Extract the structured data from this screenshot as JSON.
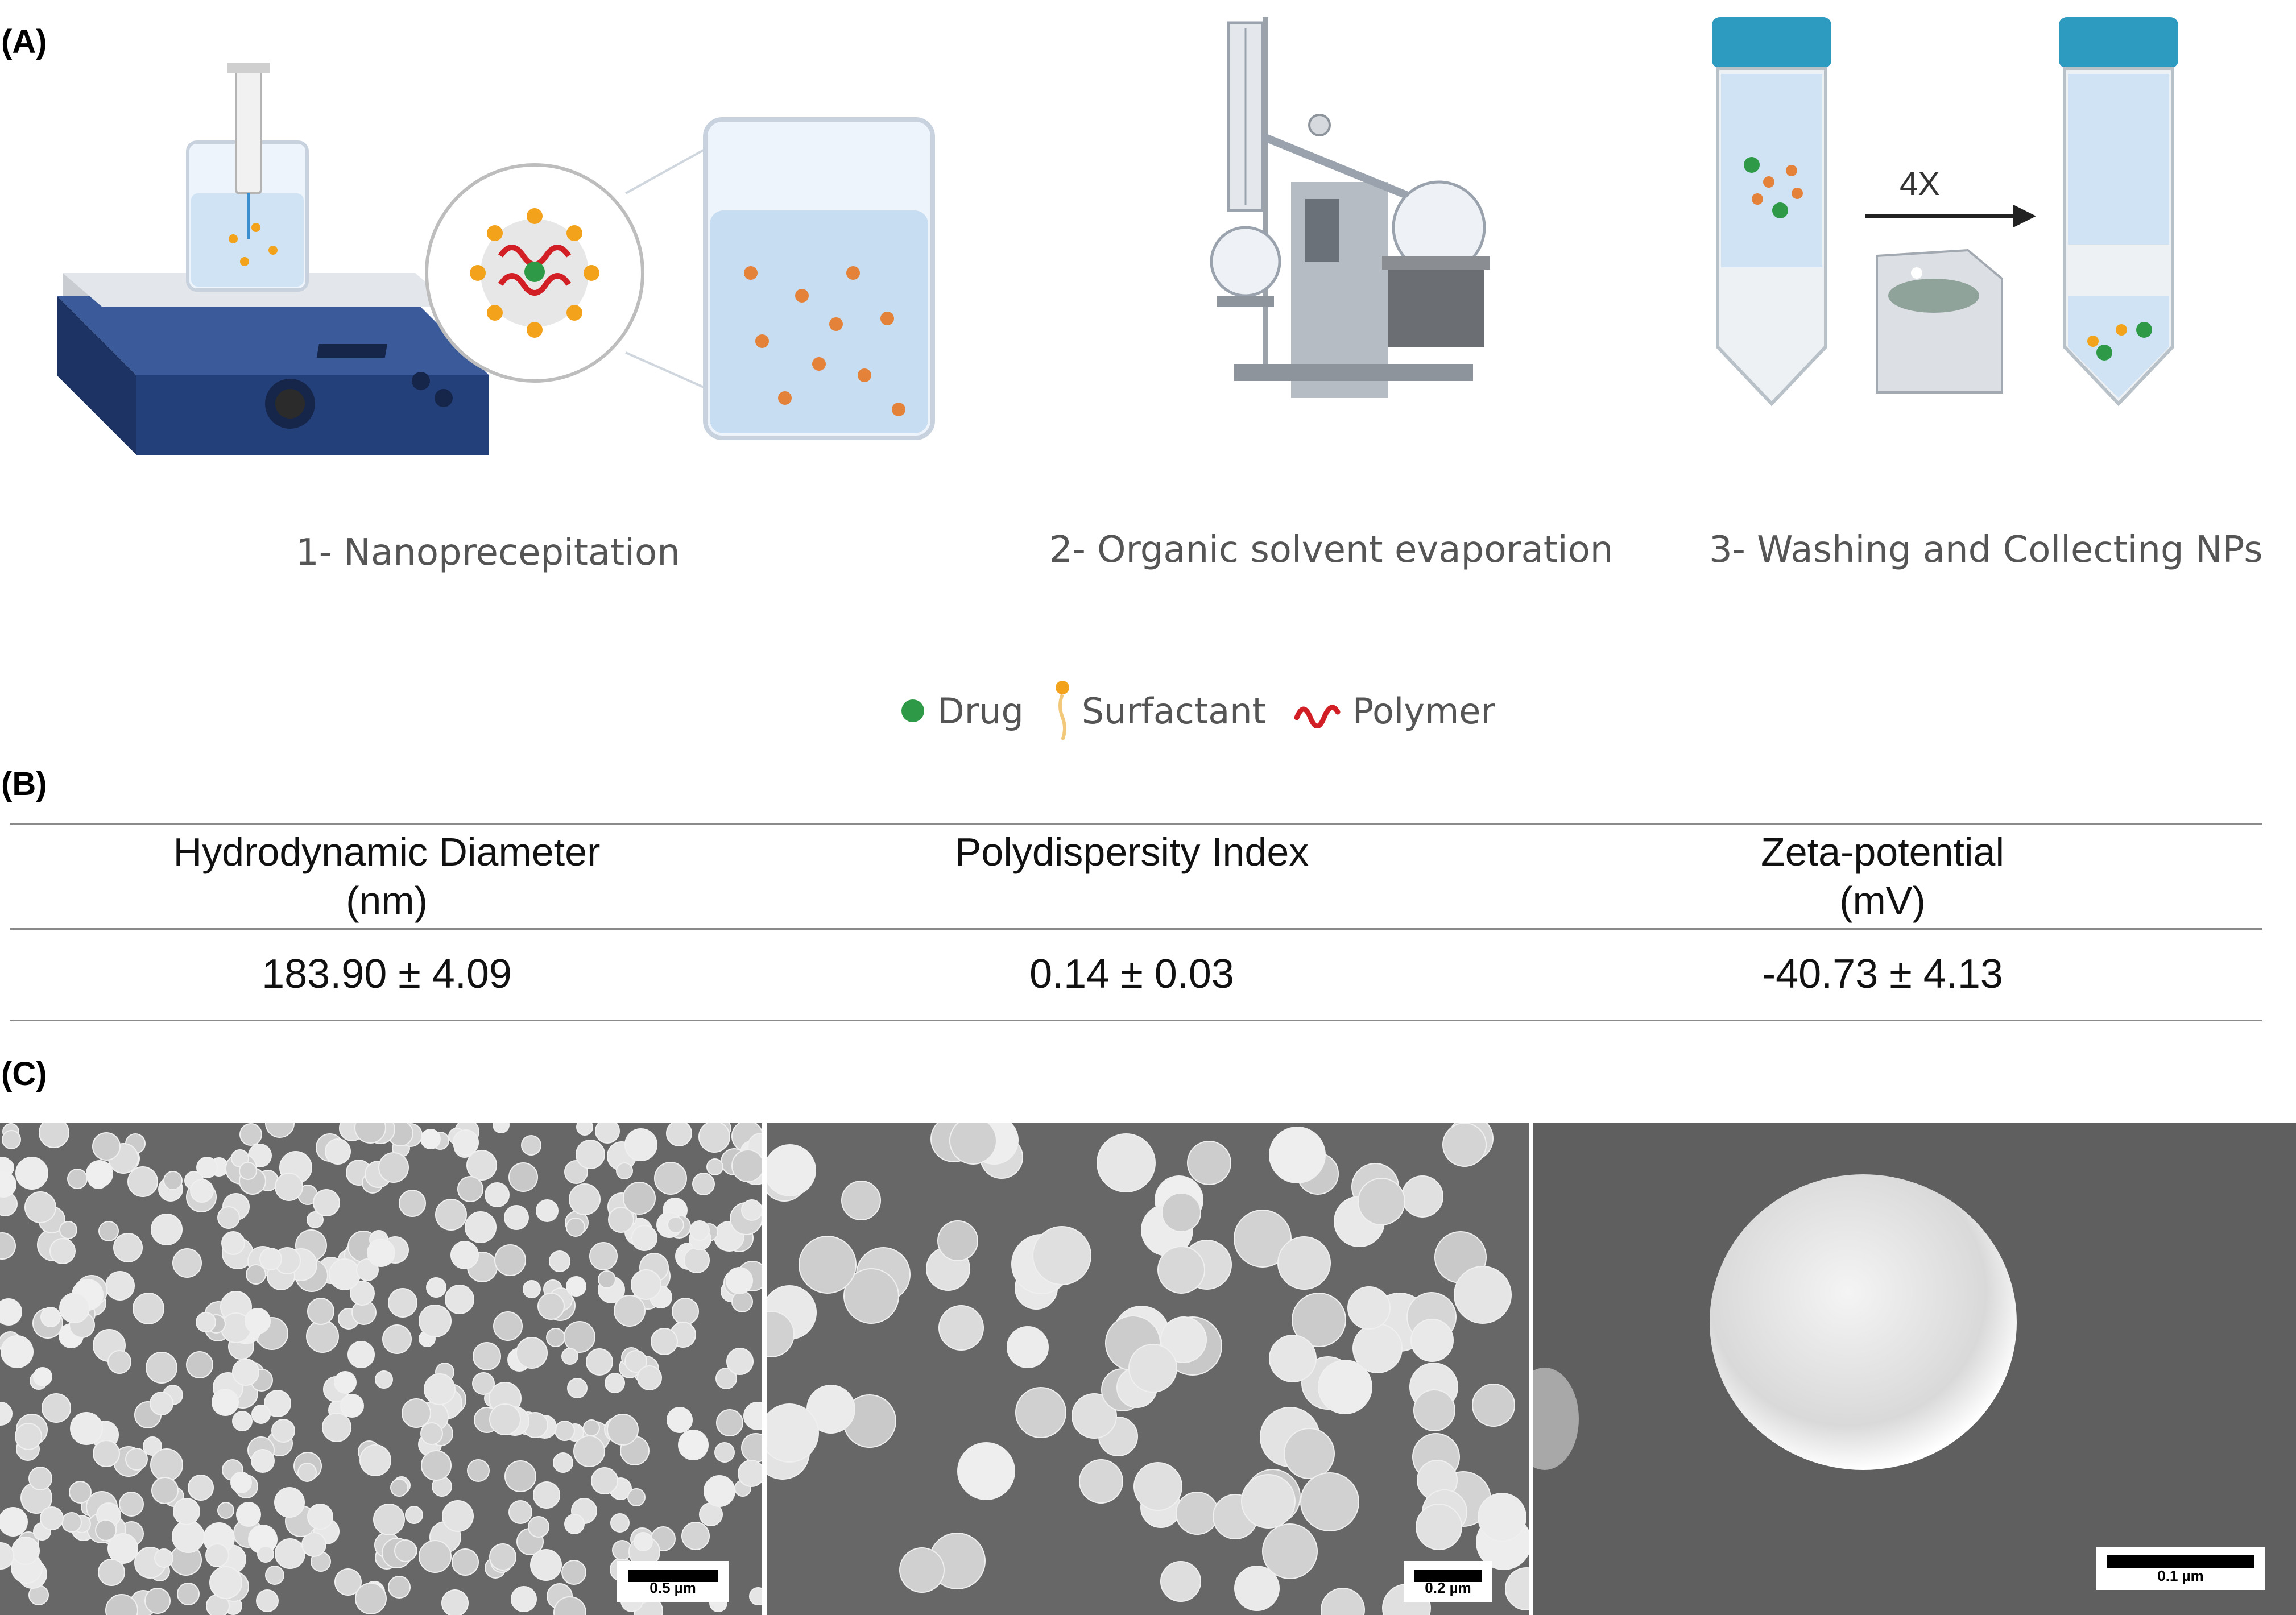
{
  "panels": {
    "a_label": "(A)",
    "b_label": "(B)",
    "c_label": "(C)"
  },
  "steps": [
    {
      "caption": "1- Nanoprecepitation"
    },
    {
      "caption": "2- Organic solvent evaporation"
    },
    {
      "caption": "3- Washing and Collecting NPs"
    }
  ],
  "arrow_label": "4X",
  "legend": {
    "drug": "Drug",
    "surfactant": "Surfactant",
    "polymer": "Polymer"
  },
  "table": {
    "headers": [
      {
        "line1": "Hydrodynamic Diameter",
        "line2": "(nm)"
      },
      {
        "line1": "Polydispersity Index",
        "line2": ""
      },
      {
        "line1": "Zeta-potential",
        "line2": "(mV)"
      }
    ],
    "values": [
      "183.90 ± 4.09",
      "0.14 ± 0.03",
      "-40.73 ± 4.13"
    ]
  },
  "sem": [
    {
      "scale": "0.5 µm"
    },
    {
      "scale": "0.2 µm"
    },
    {
      "scale": "0.1 µm"
    }
  ],
  "colors": {
    "drug": "#2e9a47",
    "surfactant": "#f2a31b",
    "polymer": "#d21f26",
    "stirrer": "#2e4f8c",
    "cap": "#2d9ac0",
    "liquid": "#bcd9f0"
  }
}
